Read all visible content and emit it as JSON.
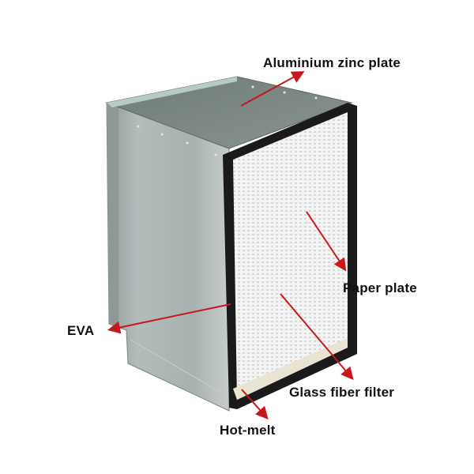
{
  "diagram": {
    "subject": "HEPA air filter with labeled components",
    "colors": {
      "background": "#ffffff",
      "arrow": "#c8161d",
      "frame": "#1a1a1a",
      "metal_top": "#7f8a86",
      "metal_side": "#9ea7a6",
      "filter_media": "#f2f2f2"
    },
    "labels": [
      {
        "id": "aluminium-zinc-plate",
        "text": "Aluminium zinc plate"
      },
      {
        "id": "paper-plate",
        "text": "Paper plate"
      },
      {
        "id": "eva",
        "text": "EVA"
      },
      {
        "id": "glass-fiber-filter",
        "text": "Glass fiber filter"
      },
      {
        "id": "hot-melt",
        "text": "Hot-melt"
      }
    ]
  }
}
